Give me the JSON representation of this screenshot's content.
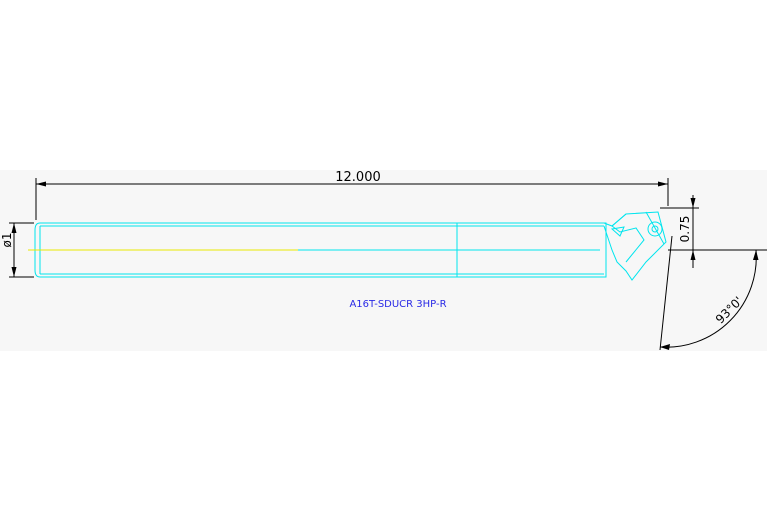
{
  "drawing": {
    "overall_length": "12.000",
    "diameter": "ø1",
    "offset": "0.75",
    "angle": "93°0'",
    "part_number": "A16T-SDUCR 3HP-R"
  },
  "colors": {
    "dimension": "#000000",
    "outline": "#00e5ee",
    "centerline": "#e8e800",
    "label": "#2a2ae6",
    "sheet": "#f7f7f7"
  }
}
